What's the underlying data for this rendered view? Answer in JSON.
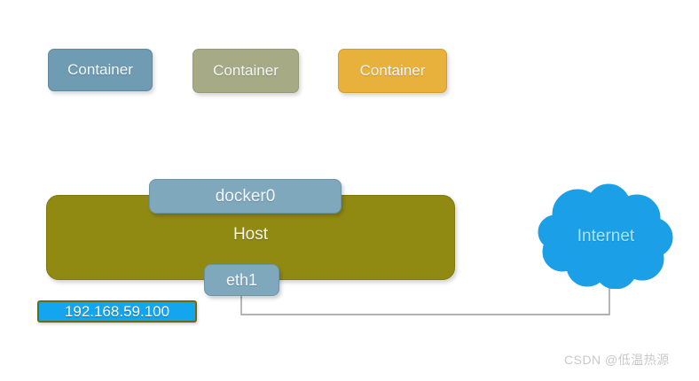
{
  "diagram": {
    "title": "Docker host networking diagram",
    "background_color": "#ffffff",
    "containers": [
      {
        "label": "Container",
        "color": "#6f9cb2",
        "name": "container-1"
      },
      {
        "label": "Container",
        "color": "#a6ab85",
        "name": "container-2"
      },
      {
        "label": "Container",
        "color": "#e8b13c",
        "name": "container-3"
      }
    ],
    "host": {
      "label": "Host",
      "color": "#918a12"
    },
    "bridge": {
      "label": "docker0",
      "color": "#7fa8bc"
    },
    "interface": {
      "label": "eth1",
      "color": "#7fa8bc"
    },
    "ip_badge": {
      "value": "192.168.59.100",
      "color": "#14a5ef",
      "border_color": "#6b6a16"
    },
    "cloud": {
      "label": "Internet",
      "color": "#1ba0e8",
      "label_color": "#a8e4fb"
    },
    "connector": {
      "color": "#9a9a9a",
      "description": "eth1 to Internet link"
    }
  },
  "watermark": {
    "text": "CSDN @低温热源",
    "color": "#c9c9c9"
  }
}
